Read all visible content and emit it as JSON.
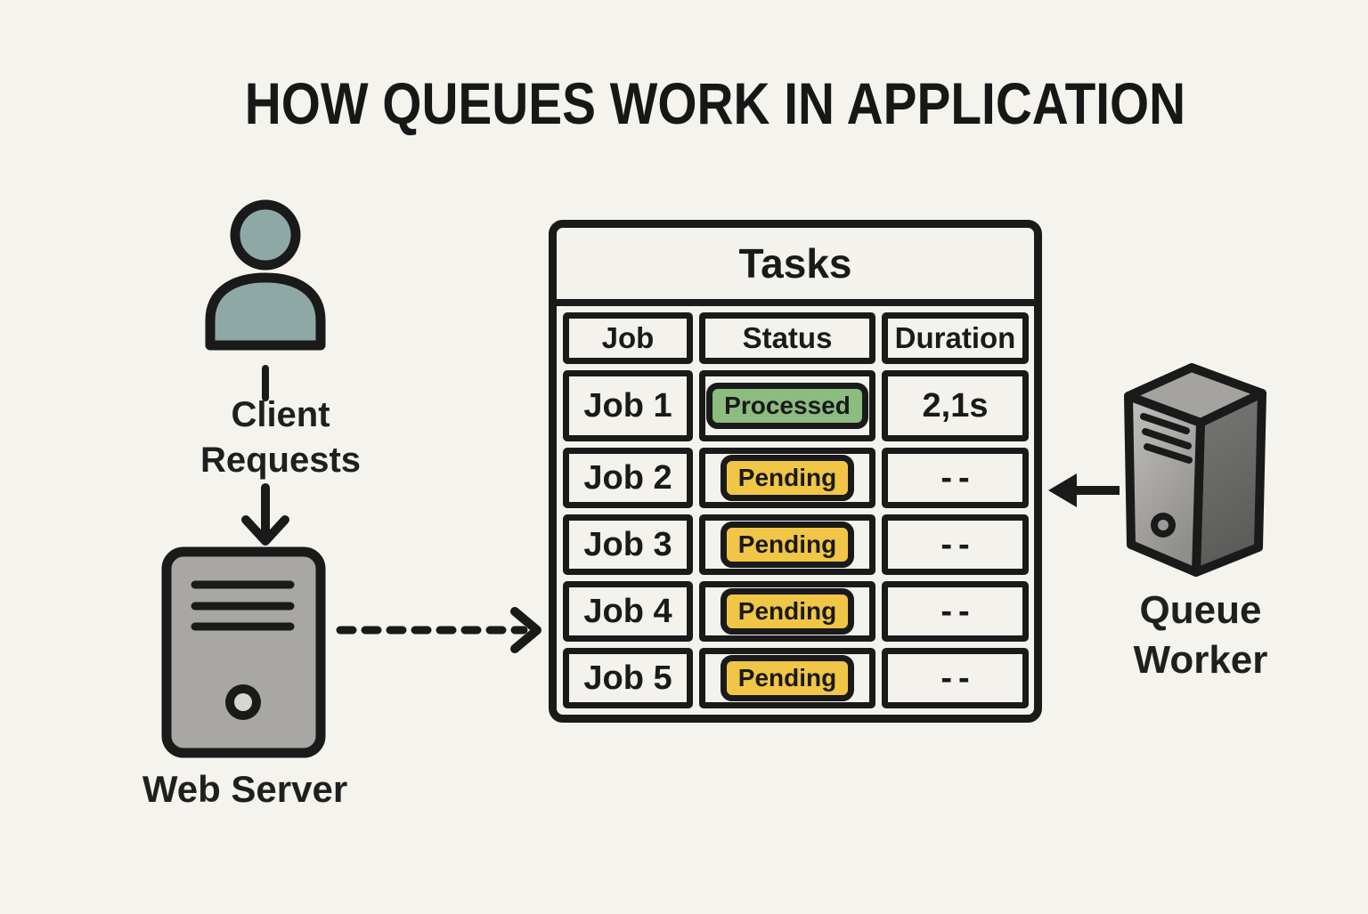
{
  "title": "HOW QUEUES WORK IN APPLICATION",
  "client": {
    "icon": "person-icon",
    "label_line1": "Client",
    "label_line2": "Requests"
  },
  "web_server": {
    "icon": "server-tower-icon",
    "label": "Web Server"
  },
  "queue_worker": {
    "icon": "server-3d-tower-icon",
    "label_line1": "Queue",
    "label_line2": "Worker"
  },
  "arrows": {
    "client_to_server": "down-arrow",
    "server_to_queue": "dashed-right-arrow",
    "worker_to_queue": "left-arrow"
  },
  "table": {
    "title": "Tasks",
    "columns": [
      "Job",
      "Status",
      "Duration"
    ],
    "rows": [
      {
        "job": "Job 1",
        "status": "Processed",
        "status_type": "processed",
        "duration": "2,1s"
      },
      {
        "job": "Job 2",
        "status": "Pending",
        "status_type": "pending",
        "duration": "--"
      },
      {
        "job": "Job 3",
        "status": "Pending",
        "status_type": "pending",
        "duration": "--"
      },
      {
        "job": "Job 4",
        "status": "Pending",
        "status_type": "pending",
        "duration": "--"
      },
      {
        "job": "Job 5",
        "status": "Pending",
        "status_type": "pending",
        "duration": "--"
      }
    ]
  },
  "colors": {
    "background": "#f5f3ed",
    "ink": "#1a1a1a",
    "processed_green": "#8cbc80",
    "pending_yellow": "#f1c646",
    "client_teal": "#8ea9a5",
    "server_gray": "#a9a7a3",
    "worker_front_gray": "#b5b3b0",
    "worker_side_gray": "#646361"
  }
}
